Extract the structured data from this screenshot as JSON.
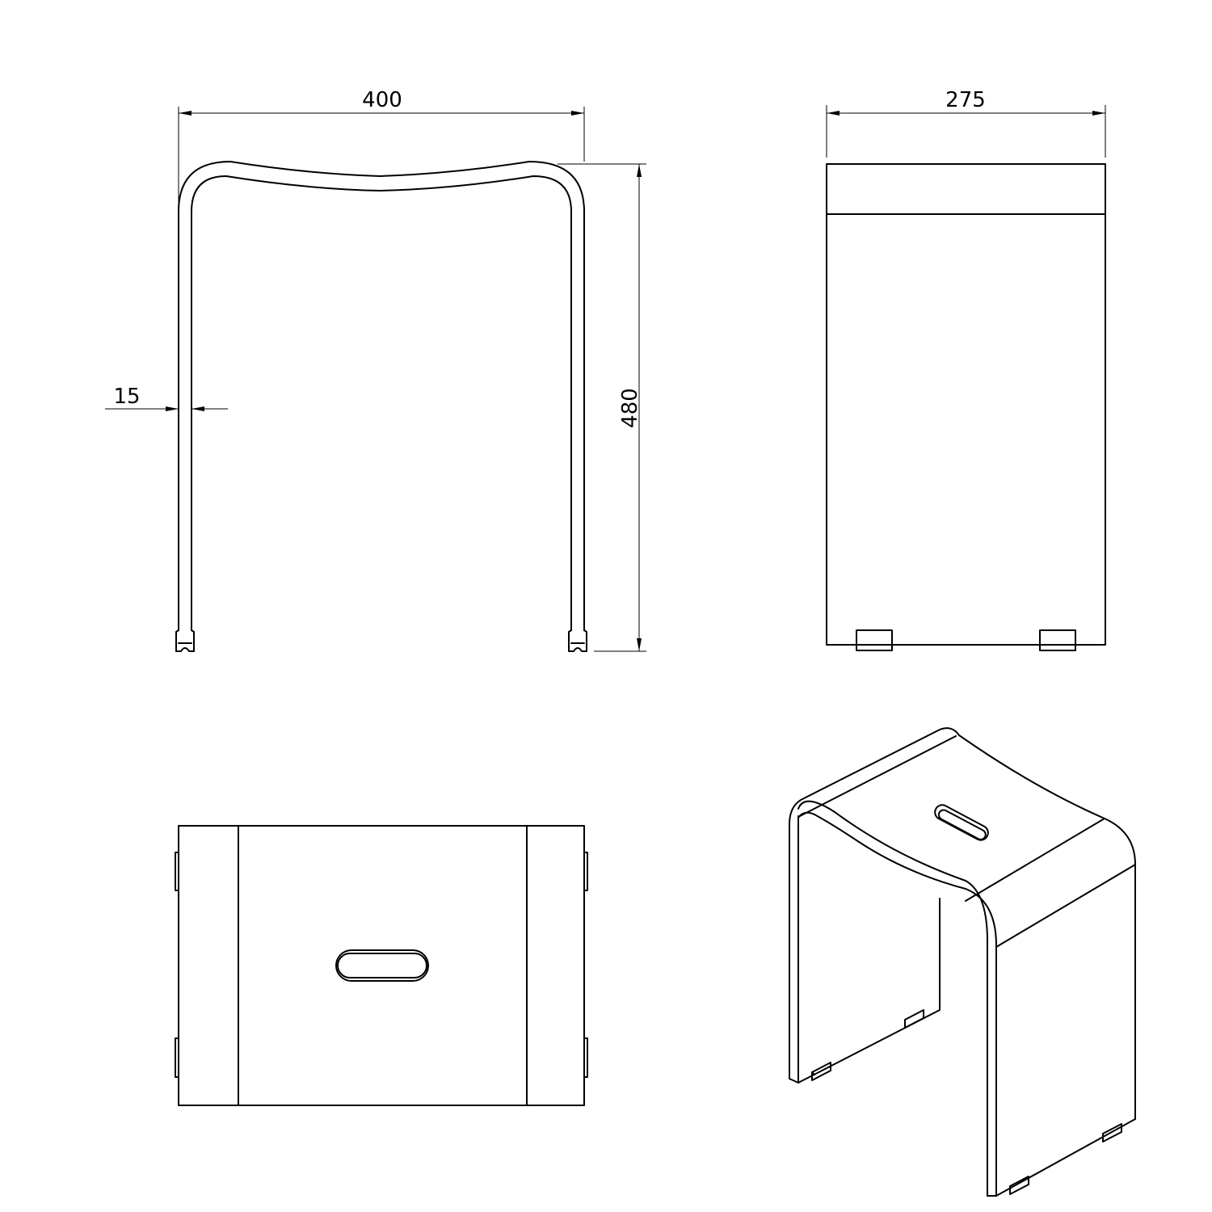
{
  "drawing": {
    "views": [
      "front-view",
      "side-view",
      "top-view",
      "isometric-view"
    ],
    "dimensions": {
      "width": "400",
      "depth": "275",
      "height": "480",
      "thickness": "15"
    },
    "line_color": "#000000",
    "background": "#ffffff"
  }
}
